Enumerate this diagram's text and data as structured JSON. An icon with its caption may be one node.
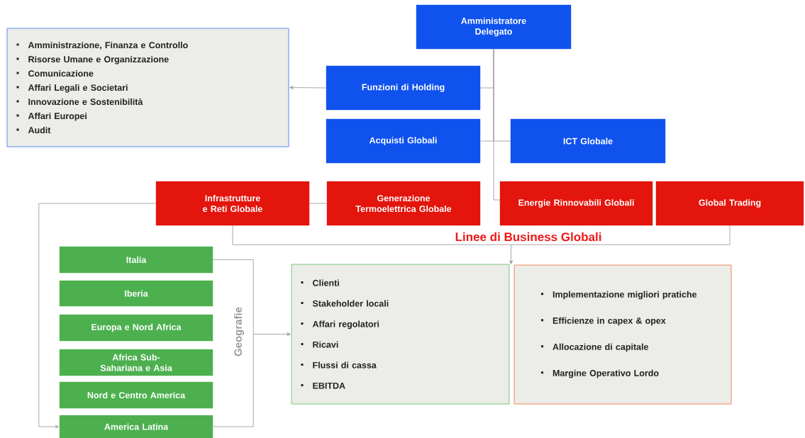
{
  "diagram": {
    "nodes": [
      {
        "text": [
          "Amministratore Delegato"
        ]
      },
      {
        "text": [
          "Amministrazione, Finanza e Controllo",
          "Risorse Umane e Organizzazione",
          "Comunicazione",
          "Affari Legali e Societari",
          "Innovazione e Sostenibilità",
          "Affari Europei",
          "Audit"
        ]
      },
      {
        "text": [
          "Funzioni di Holding"
        ]
      },
      {
        "text": [
          "Acquisti Globali"
        ]
      },
      {
        "text": [
          "ICT Globale"
        ]
      },
      {
        "text": [
          "Infrastrutture e Reti Globale"
        ]
      },
      {
        "text": [
          "Generazione Termoelettrica Globale"
        ]
      },
      {
        "text": [
          "Energie Rinnovabili Globali"
        ]
      },
      {
        "text": [
          "Global Trading"
        ]
      },
      {
        "text": [
          "Italia"
        ]
      },
      {
        "text": [
          "Iberia"
        ]
      },
      {
        "text": [
          "Europa e Nord Africa"
        ]
      },
      {
        "text": [
          "Africa Sub-Sahariana e Asia"
        ]
      },
      {
        "text": [
          "Nord e Centro America"
        ]
      },
      {
        "text": [
          "America Latina"
        ]
      },
      {
        "text": [
          "Clienti",
          "Stakeholder locali",
          "Affari regolatori",
          "Ricavi",
          "Flussi di cassa",
          "EBITDA"
        ]
      },
      {
        "text": [
          "Implementazione migliori pratiche",
          "Efficienze in capex & opex",
          "Allocazione di capitale",
          "Margine Operativo Lordo"
        ]
      }
    ],
    "edges": [
      {
        "from": 0,
        "to": 2,
        "arrow": "none"
      },
      {
        "from": 0,
        "to": 3,
        "arrow": "none"
      },
      {
        "from": 0,
        "to": 4,
        "arrow": "none"
      },
      {
        "from": 0,
        "to": 7,
        "arrow": "none"
      },
      {
        "from": 2,
        "to": 1,
        "arrow": "to"
      },
      {
        "from": 5,
        "to": 6,
        "arrow": "none"
      },
      {
        "from": 5,
        "to": 14,
        "arrow": "to"
      },
      {
        "from": 5,
        "to": 16,
        "arrow": "to"
      },
      {
        "from": 8,
        "to": 16,
        "arrow": "to"
      },
      {
        "from": 9,
        "to": 15,
        "arrow": "to"
      },
      {
        "from": 14,
        "to": 15,
        "arrow": "to"
      }
    ],
    "labels": [
      "Linee di Business Globali",
      "Geografie"
    ]
  }
}
